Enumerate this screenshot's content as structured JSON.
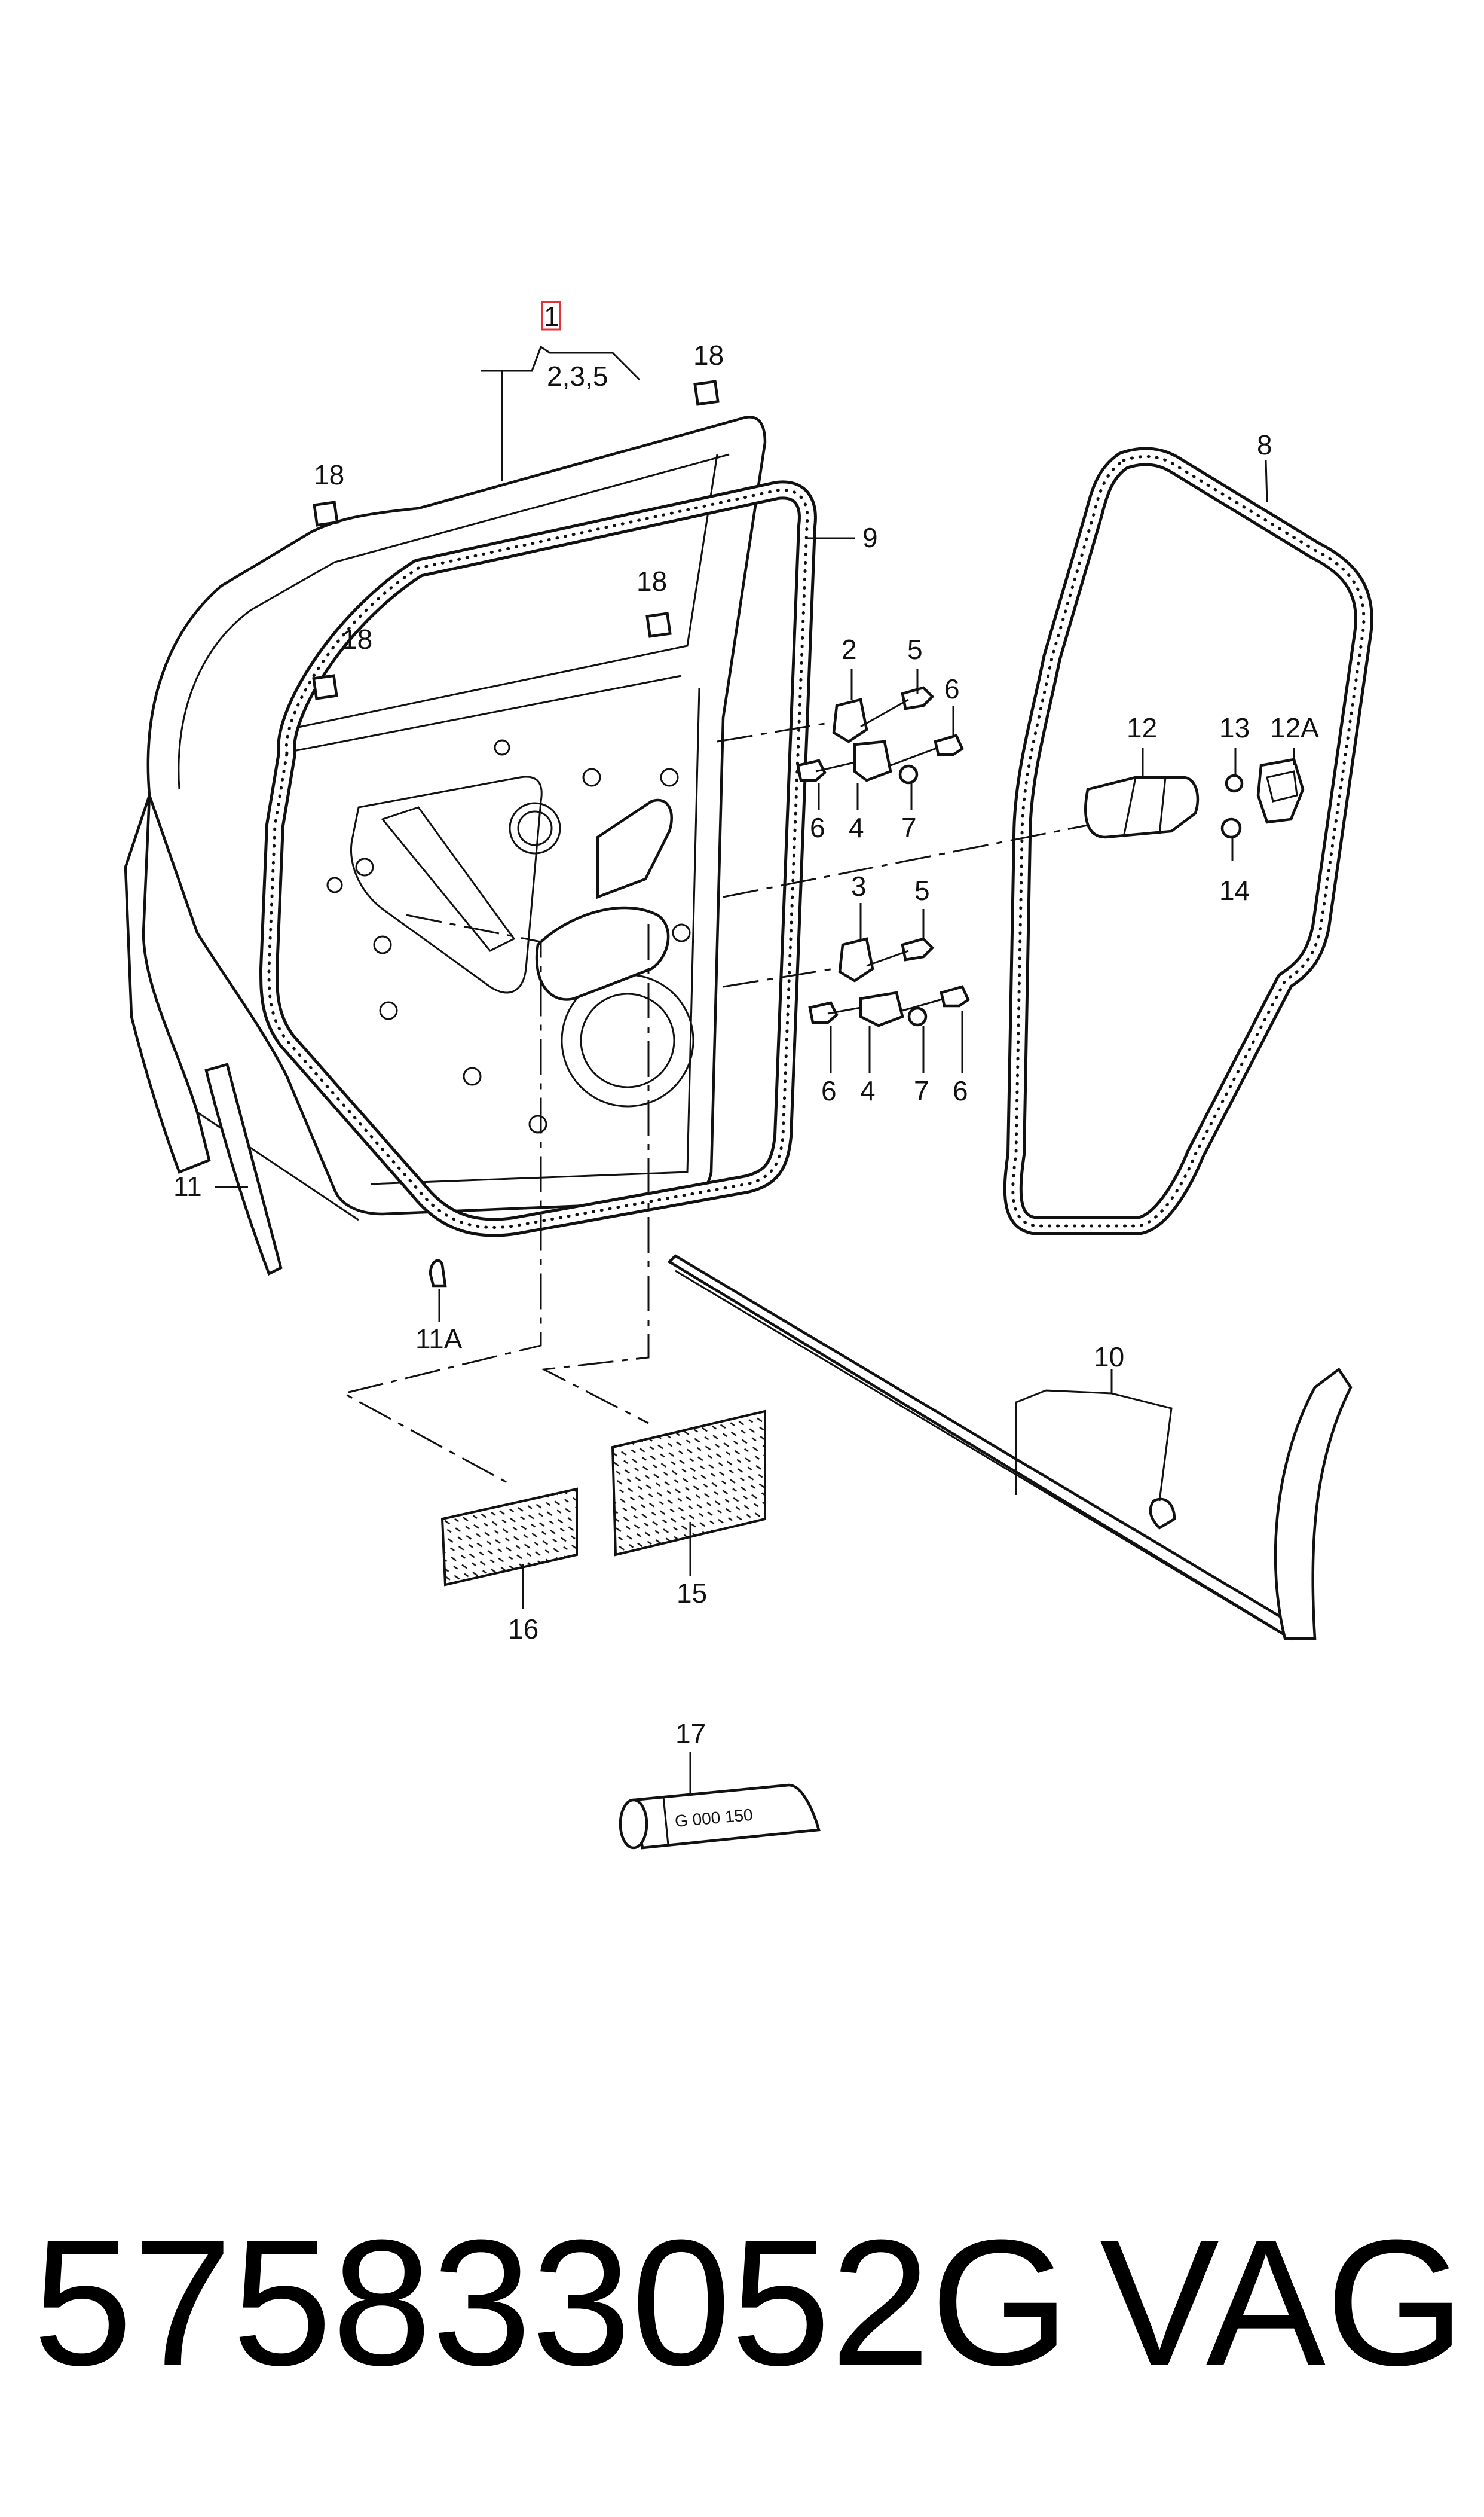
{
  "callouts": {
    "c1": "1",
    "c235": "2,3,5",
    "c18a": "18",
    "c18b": "18",
    "c18c": "18",
    "c18d": "18",
    "c9": "9",
    "c8": "8",
    "c2": "2",
    "c5a": "5",
    "c6a": "6",
    "c6b": "6",
    "c4a": "4",
    "c7a": "7",
    "c3": "3",
    "c5b": "5",
    "c6c": "6",
    "c4b": "4",
    "c7b": "7",
    "c6d": "6",
    "c12": "12",
    "c13": "13",
    "c12a": "12A",
    "c14": "14",
    "c11": "11",
    "c11a": "11A",
    "c10": "10",
    "c15": "15",
    "c16": "16",
    "c17": "17"
  },
  "tube_text": "G 000 150",
  "footer": {
    "part_number": "575833052G",
    "brand": "VAG"
  },
  "colors": {
    "highlight_box": "#e2323a",
    "line": "#111111"
  }
}
